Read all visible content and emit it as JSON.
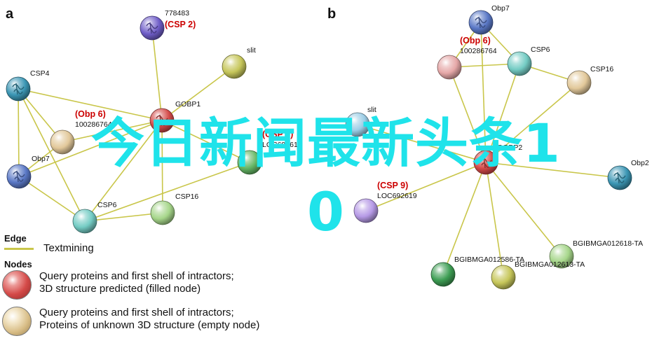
{
  "panels": [
    {
      "letter": "a",
      "nodes": [
        {
          "id": "a_778483",
          "label": "778483",
          "note": "(CSP 2)",
          "color": "#6f5dc8",
          "filled": true
        },
        {
          "id": "a_slit",
          "label": "slit",
          "color": "#c6c65a",
          "filled": false
        },
        {
          "id": "a_CSP4",
          "label": "CSP4",
          "color": "#3b96b4",
          "filled": true
        },
        {
          "id": "a_GOBP1",
          "label": "GOBP1",
          "color": "#d44a48",
          "filled": true
        },
        {
          "id": "a_100286764",
          "label": "100286764",
          "note": "(Obp 6)",
          "color": "#e2c89a",
          "filled": false
        },
        {
          "id": "a_Obp7",
          "label": "Obp7",
          "color": "#5a78c6",
          "filled": true
        },
        {
          "id": "a_LOC692619",
          "label": "LOC692619",
          "note": "(CSP 9)",
          "color": "#64b664",
          "filled": false
        },
        {
          "id": "a_CSP6",
          "label": "CSP6",
          "color": "#74ccc4",
          "filled": false
        },
        {
          "id": "a_CSP16",
          "label": "CSP16",
          "color": "#a6d68a",
          "filled": false
        }
      ],
      "edges": [
        [
          "a_GOBP1",
          "a_778483"
        ],
        [
          "a_GOBP1",
          "a_slit"
        ],
        [
          "a_GOBP1",
          "a_CSP4"
        ],
        [
          "a_GOBP1",
          "a_100286764"
        ],
        [
          "a_GOBP1",
          "a_Obp7"
        ],
        [
          "a_GOBP1",
          "a_LOC692619"
        ],
        [
          "a_GOBP1",
          "a_CSP6"
        ],
        [
          "a_GOBP1",
          "a_CSP16"
        ],
        [
          "a_CSP4",
          "a_Obp7"
        ],
        [
          "a_CSP4",
          "a_CSP6"
        ],
        [
          "a_CSP4",
          "a_100286764"
        ],
        [
          "a_Obp7",
          "a_CSP6"
        ],
        [
          "a_CSP6",
          "a_CSP16"
        ],
        [
          "a_CSP6",
          "a_LOC692619"
        ],
        [
          "a_100286764",
          "a_Obp7"
        ]
      ]
    },
    {
      "letter": "b",
      "nodes": [
        {
          "id": "b_Obp7",
          "label": "Obp7",
          "color": "#5a78c6",
          "filled": true
        },
        {
          "id": "b_100286764",
          "label": "100286764",
          "note": "(Obp 6)",
          "color": "#e6a8a8",
          "filled": false
        },
        {
          "id": "b_CSP6",
          "label": "CSP6",
          "color": "#74ccc4",
          "filled": false
        },
        {
          "id": "b_CSP16",
          "label": "CSP16",
          "color": "#e2c89a",
          "filled": false
        },
        {
          "id": "b_slit",
          "label": "slit",
          "color": "#9ccde6",
          "filled": false
        },
        {
          "id": "b_GOBP2",
          "label": "GOBP2",
          "color": "#d44a48",
          "filled": true
        },
        {
          "id": "b_Obp2",
          "label": "Obp2",
          "color": "#3b96b4",
          "filled": true
        },
        {
          "id": "b_LOC692619",
          "label": "LOC692619",
          "note": "(CSP 9)",
          "color": "#b69ae6",
          "filled": false
        },
        {
          "id": "b_BGIBMGA012618",
          "label": "BGIBMGA012618-TA",
          "color": "#a6d68a",
          "filled": false
        },
        {
          "id": "b_BGIBMGA012586",
          "label": "BGIBMGA012586-TA",
          "color": "#3e9e54",
          "filled": false
        },
        {
          "id": "b_BGIBMGA012613",
          "label": "BGIBMGA012613-TA",
          "color": "#c6c65a",
          "filled": false
        }
      ],
      "edges": [
        [
          "b_GOBP2",
          "b_Obp7"
        ],
        [
          "b_GOBP2",
          "b_100286764"
        ],
        [
          "b_GOBP2",
          "b_CSP6"
        ],
        [
          "b_GOBP2",
          "b_CSP16"
        ],
        [
          "b_GOBP2",
          "b_slit"
        ],
        [
          "b_GOBP2",
          "b_Obp2"
        ],
        [
          "b_GOBP2",
          "b_LOC692619"
        ],
        [
          "b_GOBP2",
          "b_BGIBMGA012618"
        ],
        [
          "b_GOBP2",
          "b_BGIBMGA012586"
        ],
        [
          "b_GOBP2",
          "b_BGIBMGA012613"
        ],
        [
          "b_Obp7",
          "b_100286764"
        ],
        [
          "b_Obp7",
          "b_CSP6"
        ],
        [
          "b_100286764",
          "b_CSP6"
        ],
        [
          "b_CSP6",
          "b_CSP16"
        ]
      ]
    }
  ],
  "legend": {
    "edge_title": "Edge",
    "edge_label": "Textmining",
    "edge_color": "#c9c64a",
    "nodes_title": "Nodes",
    "node_filled_line1": "Query proteins and first shell of intractors;",
    "node_filled_line2": "3D structure predicted (filled node)",
    "node_empty_line1": "Query proteins and first shell of intractors;",
    "node_empty_line2": "Proteins of unknown 3D structure (empty node)"
  },
  "overlay": {
    "line1": "今日新闻最新头条1",
    "line2": "0",
    "color": "#1fe3ea"
  }
}
